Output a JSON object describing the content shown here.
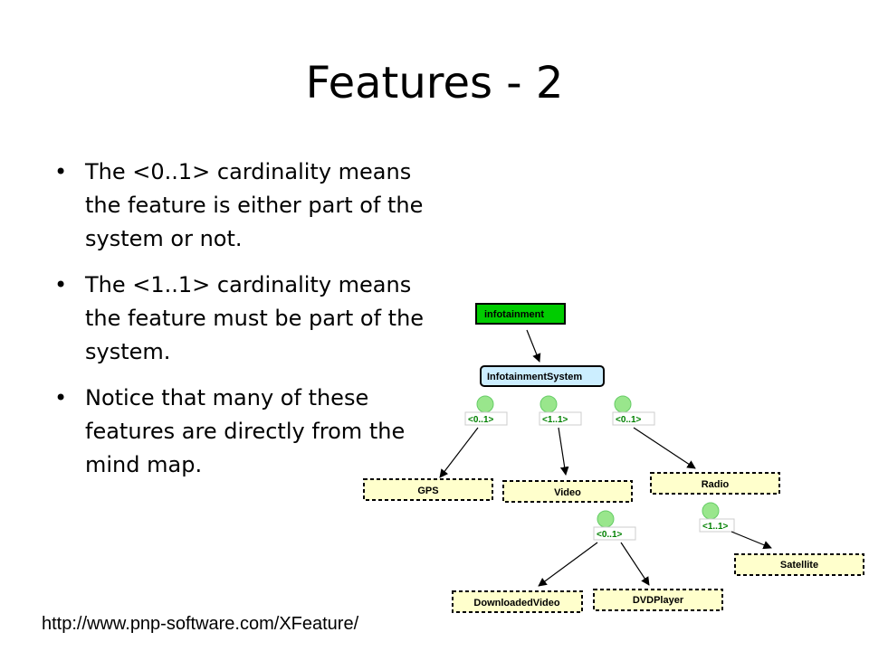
{
  "slide": {
    "title": "Features - 2",
    "bullets": [
      "The <0..1> cardinality means the feature is either part of the system or not.",
      "The <1..1> cardinality means the feature must be part of the system.",
      "Notice that many of these features are directly from the mind map."
    ],
    "source_url": "http://www.pnp-software.com/XFeature/"
  },
  "diagram": {
    "root": "infotainment",
    "system": "InfotainmentSystem",
    "cardinality_labels": {
      "gps": "<0..1>",
      "video": "<1..1>",
      "radio": "<0..1>",
      "video_group": "<0..1>",
      "radio_group": "<1..1>"
    },
    "features": {
      "gps": "GPS",
      "video": "Video",
      "radio": "Radio",
      "downloaded_video": "DownloadedVideo",
      "dvd_player": "DVDPlayer",
      "satellite": "Satellite"
    },
    "colors": {
      "root_fill": "#00cc00",
      "system_fill": "#cceeff",
      "circle_fill": "#99e68c",
      "feature_fill": "#ffffcc",
      "cardinality_text": "#008000"
    }
  }
}
